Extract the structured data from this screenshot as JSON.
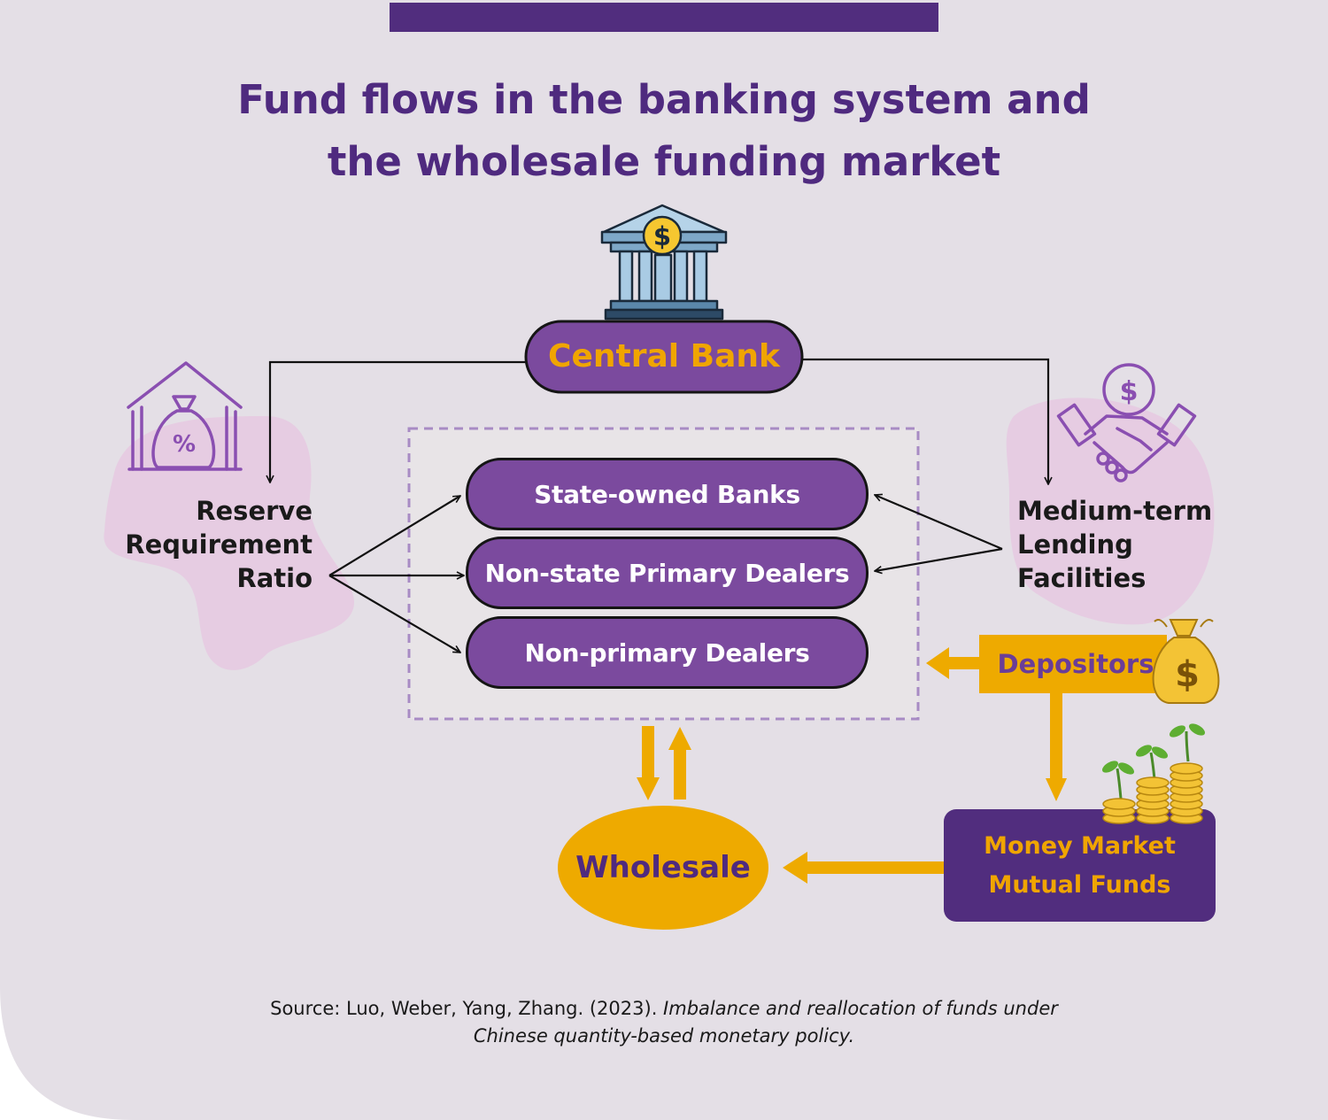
{
  "title": {
    "line1": "Fund flows in the banking system and",
    "line2": "the wholesale funding market"
  },
  "central_bank": {
    "label": "Central Bank"
  },
  "instruments": {
    "reserve_requirement": [
      "Reserve",
      "Requirement",
      "Ratio"
    ],
    "medium_term_lending": [
      "Medium-term",
      "Lending",
      "Facilities"
    ]
  },
  "banks": {
    "state_owned": "State-owned Banks",
    "non_state_primary": "Non-state Primary Dealers",
    "non_primary": "Non-primary Dealers"
  },
  "depositors": {
    "label": "Depositors"
  },
  "wholesale": {
    "label": "Wholesale"
  },
  "mmf": {
    "line1": "Money Market",
    "line2": "Mutual Funds"
  },
  "source": {
    "prefix": "Source: Luo, Weber, Yang, Zhang. (2023). ",
    "title_line1": "Imbalance and reallocation of funds under",
    "title_line2": "Chinese quantity-based monetary policy."
  },
  "icons": {
    "bank": "central-bank-building-dollar-icon",
    "reserve": "house-money-bag-percent-icon",
    "lending": "handshake-dollar-icon",
    "depositors": "money-bag-dollar-icon",
    "mmf": "coin-stacks-sprouts-icon"
  },
  "colors": {
    "background": "#e4dfe6",
    "title": "#4f2a7f",
    "pill": "#7b4a9e",
    "central_bank_text": "#f0a500",
    "gold": "#eeaa00",
    "mmf_box": "#512d7e",
    "blob": "#e6cce2",
    "dashed_border": "#a88bc4"
  }
}
